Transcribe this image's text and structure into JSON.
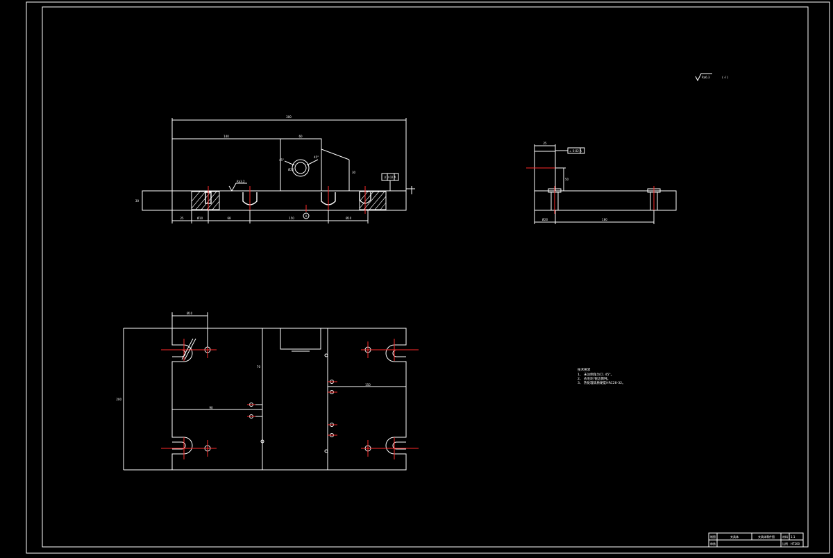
{
  "drawing": {
    "colors": {
      "background": "#000000",
      "lines": "#ffffff",
      "center_lines": "#ff2a2a"
    },
    "front_view": {
      "dims": {
        "overall": "300",
        "left_block": "140",
        "right_block": "60",
        "block_height": "30",
        "plate_thick": "30",
        "angle_a": "45°",
        "angle_b": "45°",
        "hole": "Ø20",
        "bottom_1": "25",
        "bottom_2": "Ø10",
        "bottom_3": "68",
        "bottom_4": "150",
        "bottom_5": "Ø10"
      },
      "roughness": "Ra3.2",
      "datum_label": "A",
      "gdt_frame": "// 0.02 A"
    },
    "side_view": {
      "dims": {
        "top": "25",
        "height": "50",
        "bottom_1": "Ø20",
        "bottom_2": "180"
      },
      "gdt_frame": "⊥ 0.02 A"
    },
    "top_view": {
      "dims": {
        "top": "Ø10",
        "height": "200",
        "mid_1": "90",
        "mid_2": "150",
        "vert": "70"
      }
    },
    "surface_note": {
      "symbol": "Ra6.3",
      "suffix": "( √ )"
    },
    "tech_notes": {
      "title": "技术要求",
      "lines": [
        "1、 未注倒角为C1 45°。",
        "2、 去毛刺 锐边倒钝。",
        "3、 热处理调质硬度HRC28-32。"
      ]
    },
    "title_block": {
      "cells": [
        "制图",
        "审核",
        "夹具体",
        "材料",
        "比例",
        "1:1",
        "HT200"
      ],
      "drawing_name": "夹具体零件图"
    }
  }
}
